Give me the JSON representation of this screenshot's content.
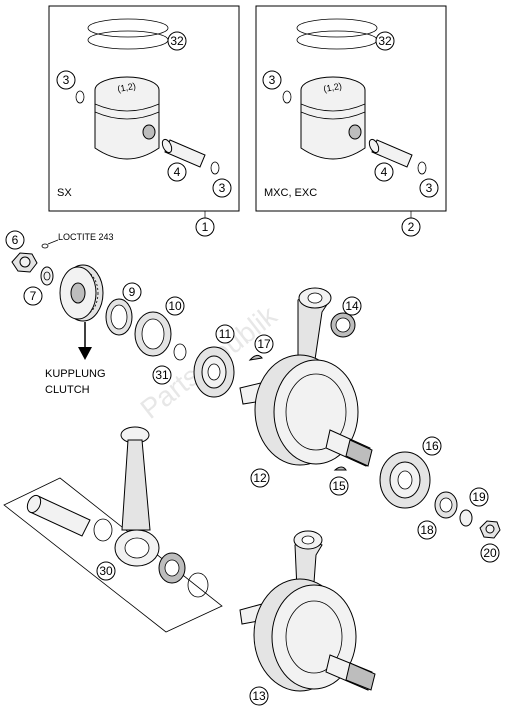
{
  "diagram": {
    "boxes": [
      {
        "label": "SX",
        "callout": "1"
      },
      {
        "label": "MXC, EXC",
        "callout": "2"
      }
    ],
    "piston_marking": "(1,2)",
    "loctite_label": "LOCTITE 243",
    "clutch_label_line1": "KUPPLUNG",
    "clutch_label_line2": "CLUTCH",
    "watermark": "Partsrepublik",
    "callouts": {
      "c32a": "32",
      "c3a": "3",
      "c4a": "4",
      "c3b": "3",
      "c32b": "32",
      "c3c": "3",
      "c4b": "4",
      "c3d": "3",
      "c1": "1",
      "c2": "2",
      "c6": "6",
      "c7": "7",
      "c9": "9",
      "c10": "10",
      "c11": "11",
      "c14": "14",
      "c17": "17",
      "c31": "31",
      "c12": "12",
      "c15": "15",
      "c16": "16",
      "c18": "18",
      "c19": "19",
      "c20": "20",
      "c30": "30",
      "c13": "13"
    }
  }
}
